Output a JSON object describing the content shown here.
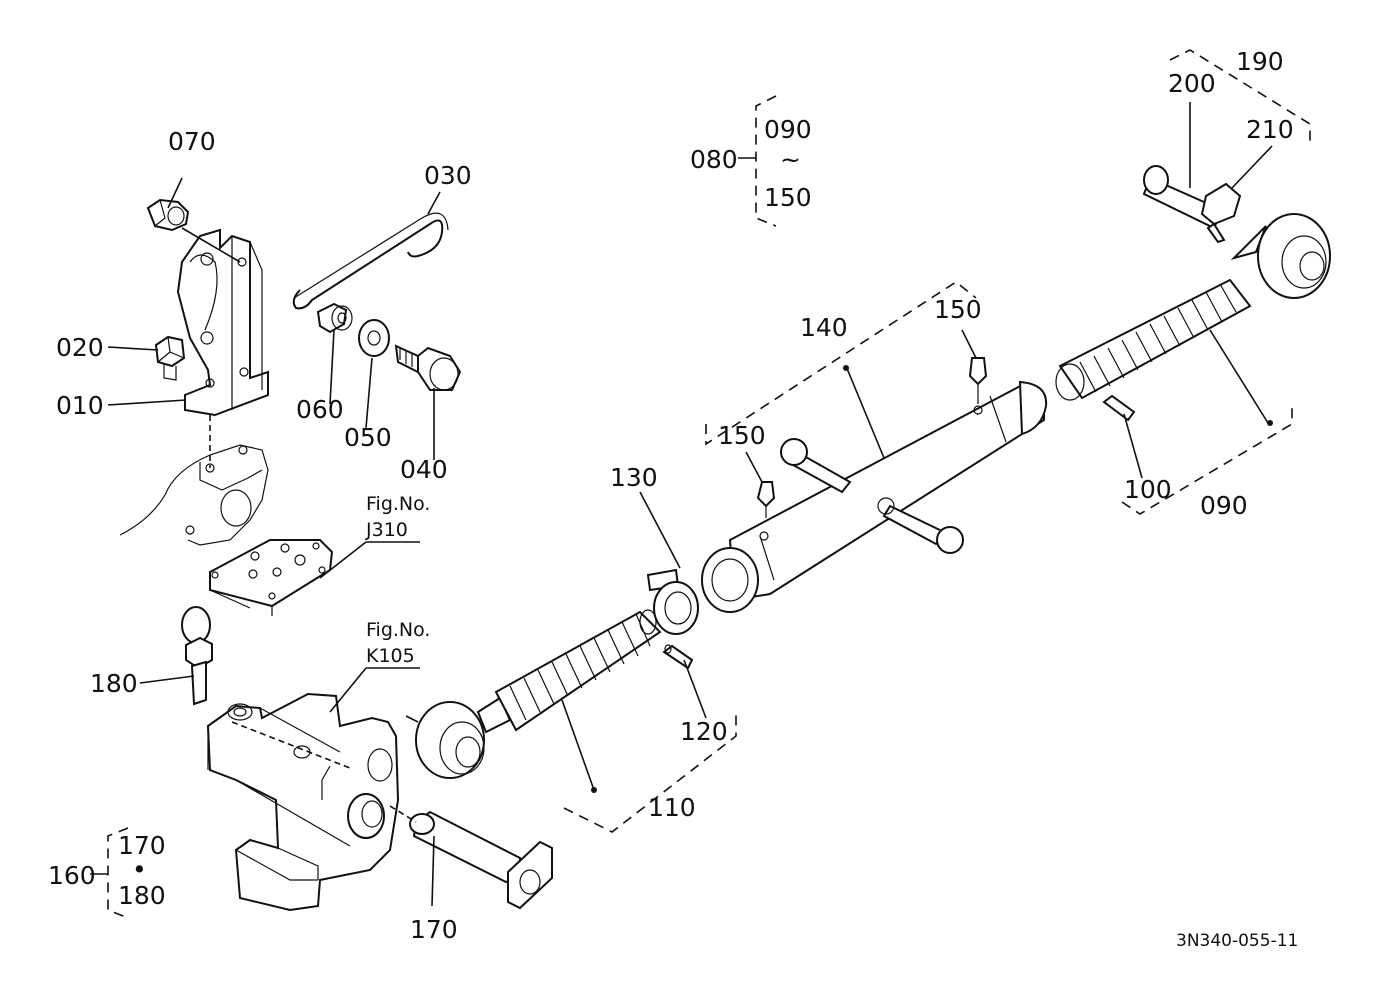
{
  "diagram": {
    "code": "3N340-055-11",
    "callouts": {
      "p010": "010",
      "p020": "020",
      "p030": "030",
      "p040": "040",
      "p050": "050",
      "p060": "060",
      "p070": "070",
      "p080": "080",
      "p090": "090",
      "p100": "100",
      "p110": "110",
      "p120": "120",
      "p130": "130",
      "p140": "140",
      "p150a": "150",
      "p150b": "150",
      "p160": "160",
      "p170": "170",
      "p180": "180",
      "p190": "190",
      "p200": "200",
      "p210": "210"
    },
    "group080": {
      "from": "090",
      "tilde": "~",
      "to": "150"
    },
    "group160": {
      "first": "170",
      "sep": "•",
      "second": "180"
    },
    "fig_refs": [
      {
        "title": "Fig.No.",
        "number": "J310"
      },
      {
        "title": "Fig.No.",
        "number": "K105"
      }
    ]
  }
}
